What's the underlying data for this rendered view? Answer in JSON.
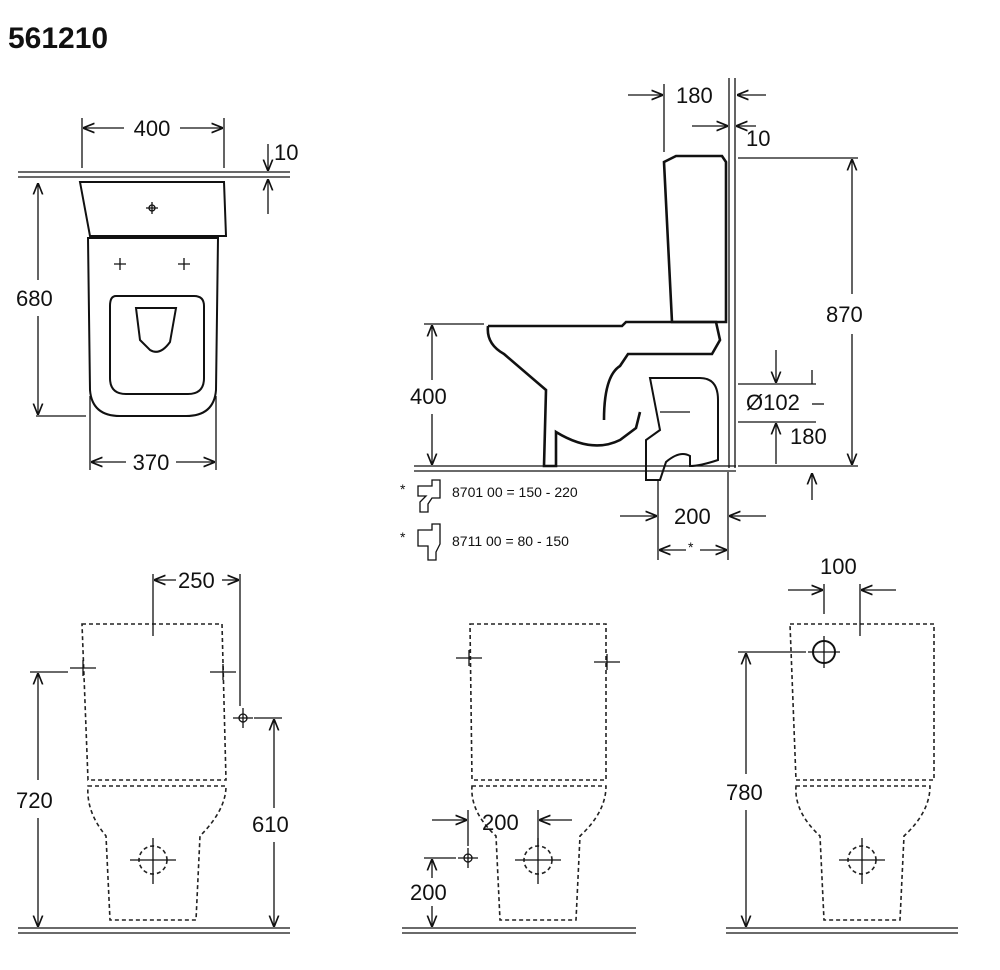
{
  "title": "561210",
  "top_view": {
    "dim_width_top": "400",
    "dim_gap": "10",
    "dim_depth": "680",
    "dim_width_bottom": "370"
  },
  "side_view": {
    "dim_tank_depth": "180",
    "dim_wall_gap": "10",
    "dim_height_total": "870",
    "dim_seat_height": "400",
    "dim_outlet_diameter": "Ø102",
    "dim_outlet_height": "180",
    "dim_outlet_offset": "200",
    "note_star_1": "*",
    "note_star_2": "*",
    "note_star_dim": "*",
    "note_1": "8701 00 = 150 - 220",
    "note_2": "8711 00 = 80 - 150"
  },
  "front_view_1": {
    "dim_offset": "250",
    "dim_height": "720",
    "dim_supply_height": "610"
  },
  "front_view_2": {
    "dim_offset": "200",
    "dim_supply_height": "200"
  },
  "front_view_3": {
    "dim_hole_width": "100",
    "dim_height": "780"
  }
}
